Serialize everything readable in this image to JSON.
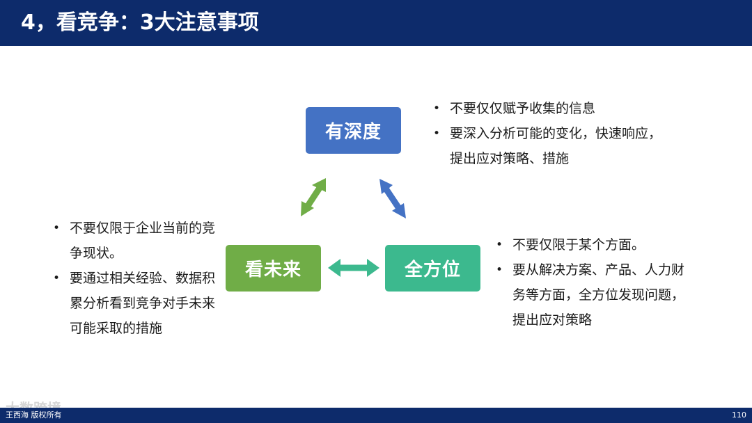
{
  "header": {
    "title": "4，看竞争：3大注意事项"
  },
  "nodes": {
    "top": {
      "label": "有深度",
      "color": "#4472c4"
    },
    "left": {
      "label": "看未来",
      "color": "#70ad47"
    },
    "right": {
      "label": "全方位",
      "color": "#3cb98e"
    }
  },
  "bullets": {
    "top": [
      "不要仅仅赋予收集的信息",
      "要深入分析可能的变化，快速响应，提出应对策略、措施"
    ],
    "left": [
      "不要仅限于企业当前的竞争现状。",
      "要通过相关经验、数据积累分析看到竞争对手未来可能采取的措施"
    ],
    "right": [
      "不要仅限于某个方面。",
      "要从解决方案、产品、人力财务等方面，全方位发现问题，提出应对策略"
    ]
  },
  "arrow_colors": {
    "left_top": "#70ad47",
    "top_right": "#4472c4",
    "left_right": "#3cb98e"
  },
  "footer": {
    "copyright": "王西海 版权所有",
    "page_number": "110",
    "watermark": "大数跨境"
  }
}
